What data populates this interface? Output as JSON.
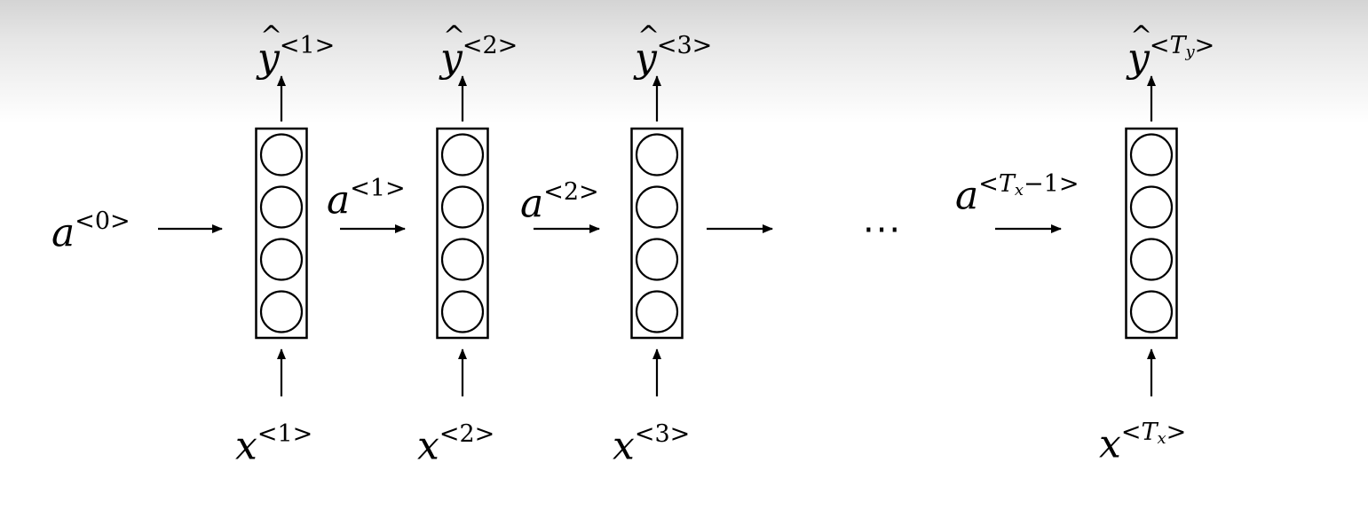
{
  "rnn": {
    "a0": {
      "base": "a",
      "sup": "<0>"
    },
    "a1": {
      "base": "a",
      "sup": "<1>"
    },
    "a2": {
      "base": "a",
      "sup": "<2>"
    },
    "a_last": {
      "base": "a",
      "sup_open": "<",
      "sup_T": "T",
      "sup_sub": "x",
      "sup_close": "−1>"
    },
    "y_hat": [
      {
        "base": "y",
        "sup": "<1>"
      },
      {
        "base": "y",
        "sup": "<2>"
      },
      {
        "base": "y",
        "sup": "<3>"
      }
    ],
    "y_hat_last": {
      "base": "y",
      "sup_open": "<",
      "sup_T": "T",
      "sup_sub": "y",
      "sup_close": ">"
    },
    "x": [
      {
        "base": "x",
        "sup": "<1>"
      },
      {
        "base": "x",
        "sup": "<2>"
      },
      {
        "base": "x",
        "sup": "<3>"
      }
    ],
    "x_last": {
      "base": "x",
      "sup_open": "<",
      "sup_T": "T",
      "sup_sub": "x",
      "sup_close": ">"
    },
    "ellipsis": "···",
    "units_per_cell": 4
  }
}
